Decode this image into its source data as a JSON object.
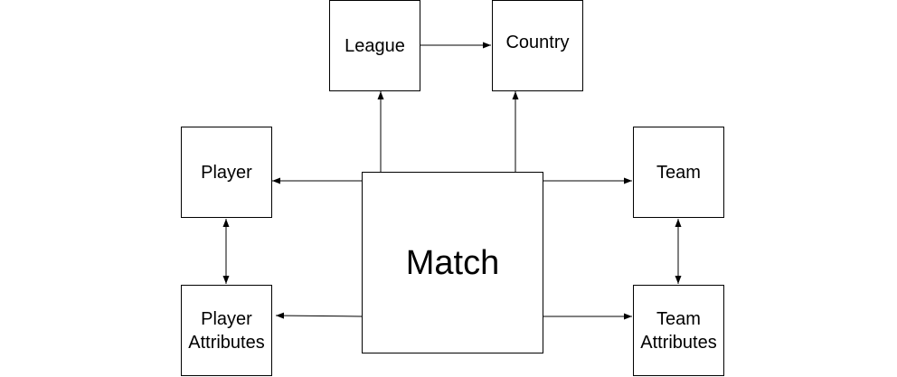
{
  "diagram": {
    "nodes": {
      "league": "League",
      "country": "Country",
      "player": "Player",
      "team": "Team",
      "match": "Match",
      "player_attributes": "Player\nAttributes",
      "team_attributes": "Team\nAttributes"
    },
    "edges": [
      {
        "from": "league",
        "to": "country",
        "direction": "forward"
      },
      {
        "from": "match",
        "to": "league",
        "direction": "forward"
      },
      {
        "from": "match",
        "to": "country",
        "direction": "forward"
      },
      {
        "from": "match",
        "to": "player",
        "direction": "forward"
      },
      {
        "from": "match",
        "to": "team",
        "direction": "forward"
      },
      {
        "from": "match",
        "to": "player_attributes",
        "direction": "forward"
      },
      {
        "from": "match",
        "to": "team_attributes",
        "direction": "forward"
      },
      {
        "from": "player",
        "to": "player_attributes",
        "direction": "both"
      },
      {
        "from": "team",
        "to": "team_attributes",
        "direction": "both"
      }
    ],
    "colors": {
      "stroke": "#000000",
      "fill": "#ffffff",
      "text": "#000000"
    }
  }
}
